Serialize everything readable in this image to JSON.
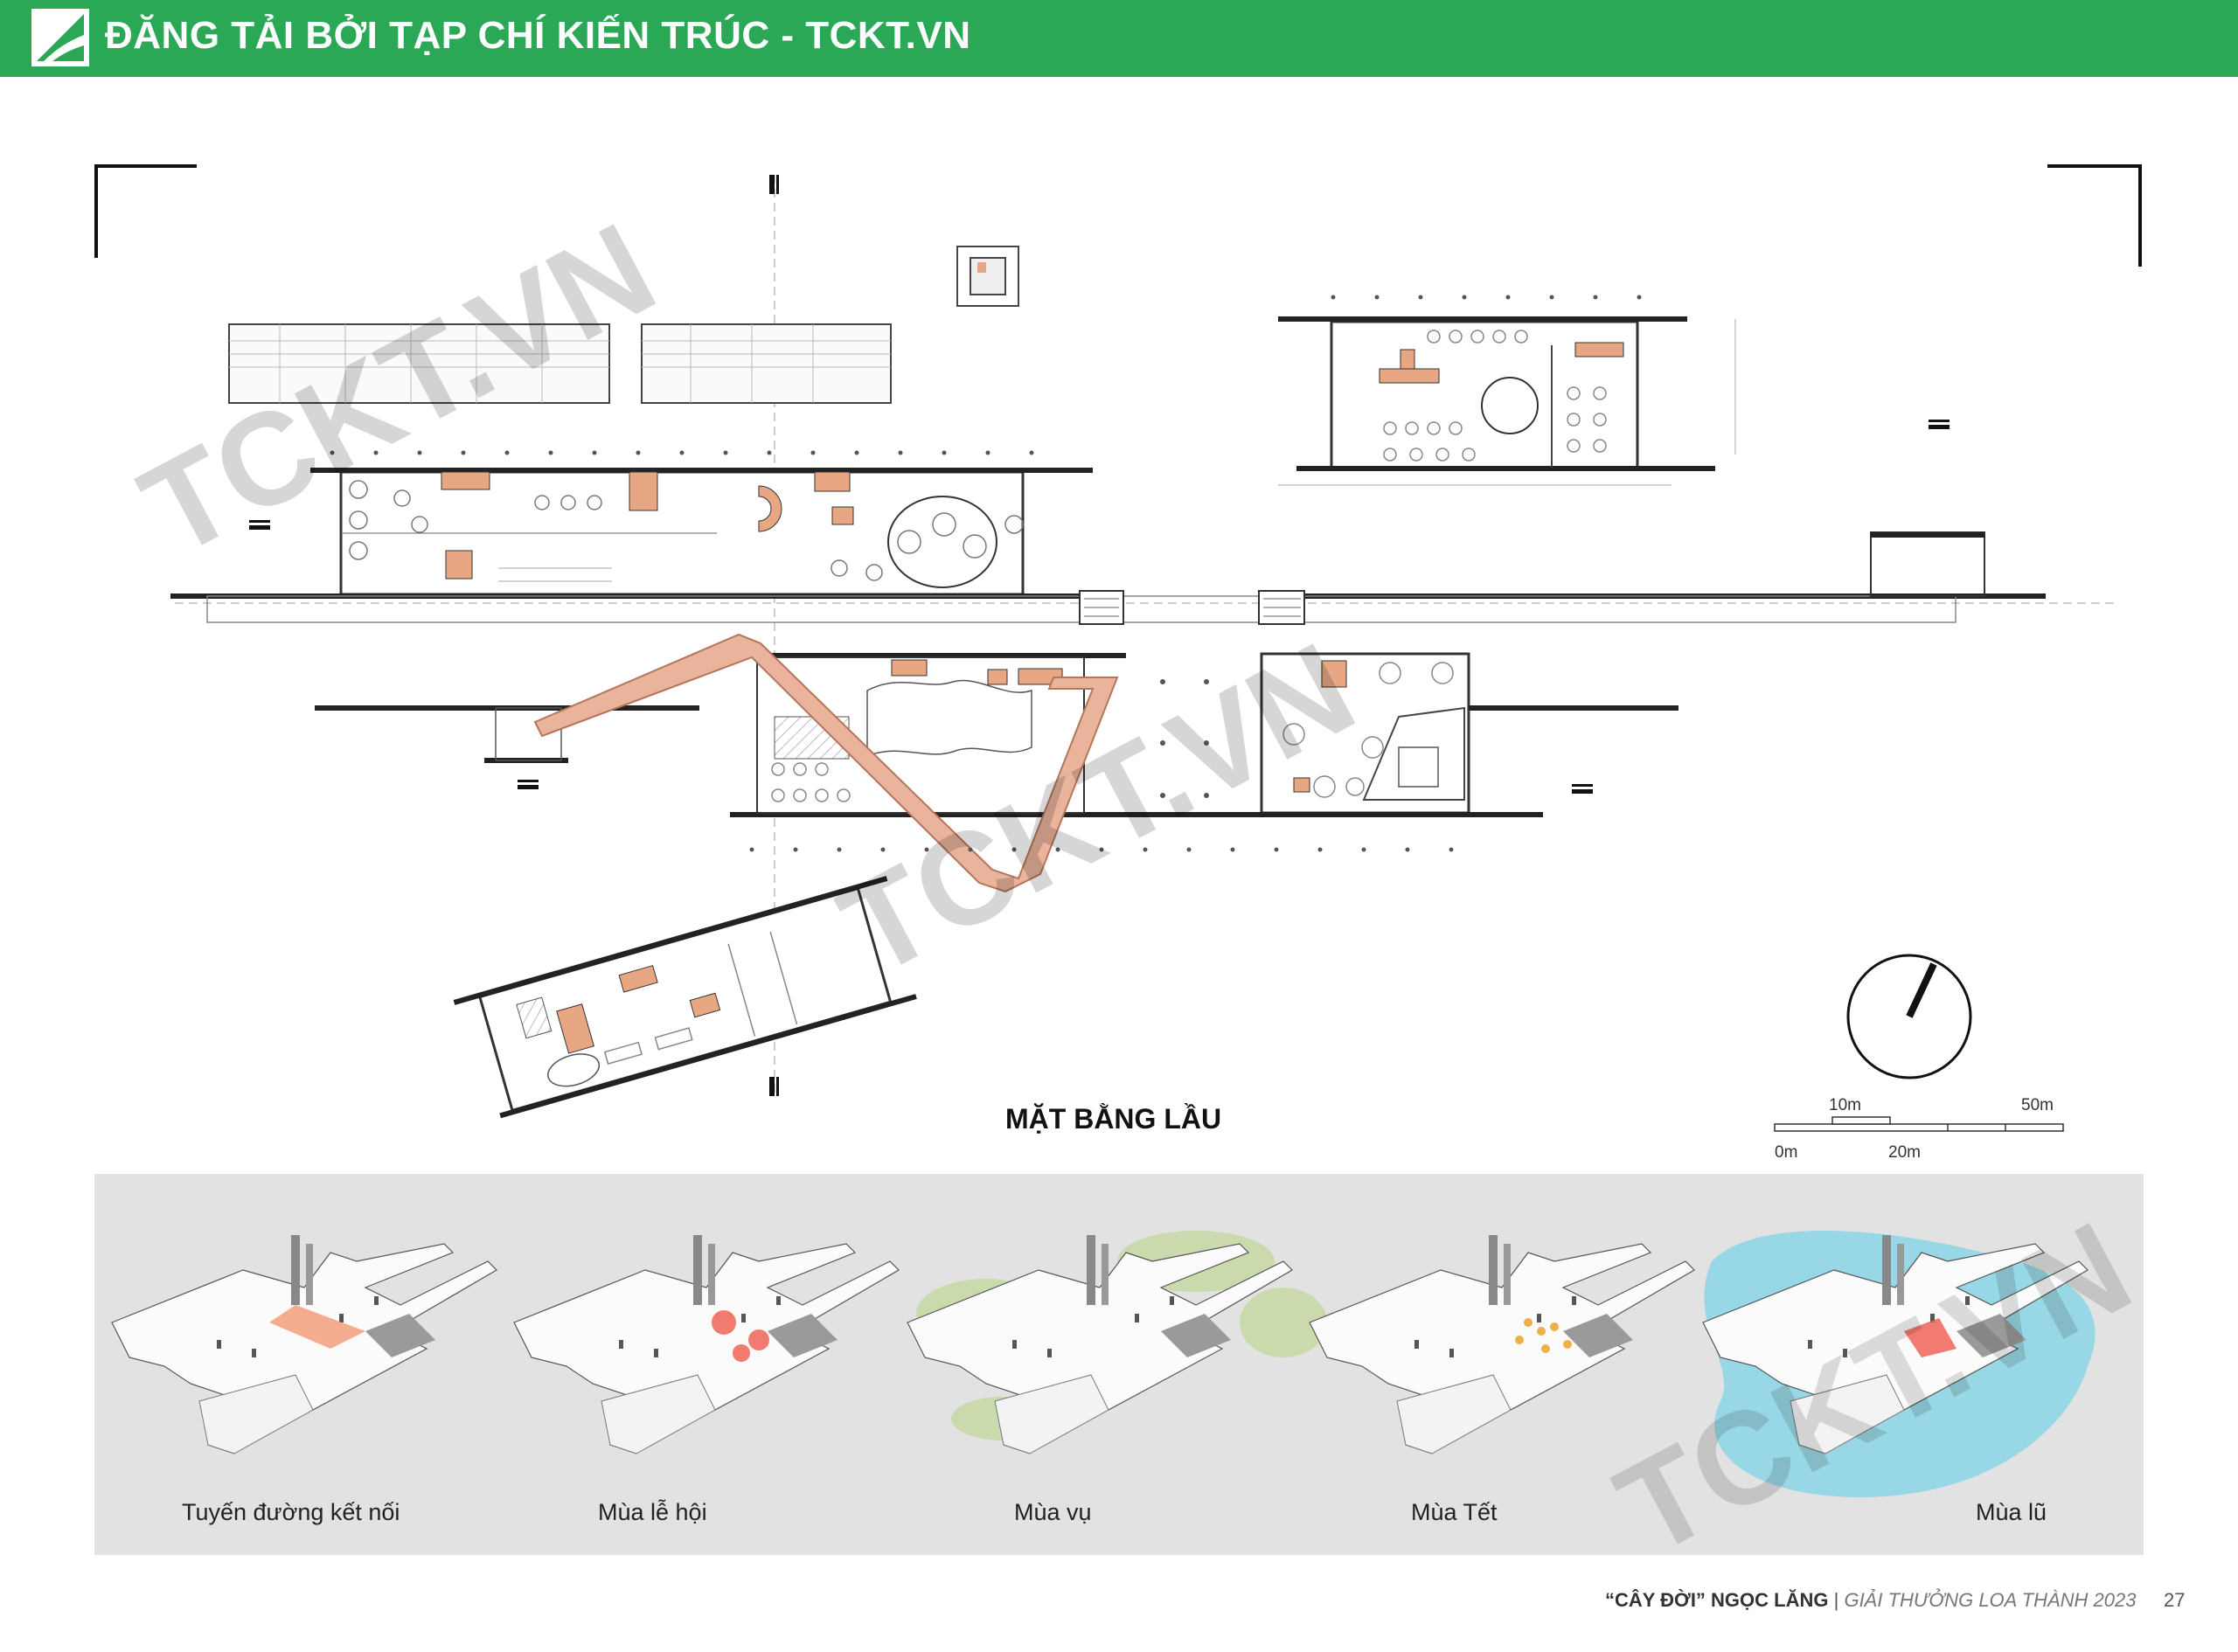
{
  "banner": {
    "title": "ĐĂNG TẢI BỞI TẠP CHÍ KIẾN TRÚC - TCKT.VN",
    "color": "#2aa856"
  },
  "watermark": "TCKT.VN",
  "plan": {
    "title": "MẶT BẰNG LẦU"
  },
  "scale_bar": {
    "labels_top": [
      "10m",
      "50m"
    ],
    "labels_bottom": [
      "0m",
      "20m"
    ]
  },
  "seasons": [
    {
      "caption": "Tuyến đường kết nối",
      "accent": "#f08a60"
    },
    {
      "caption": "Mùa lễ hội",
      "accent": "#ef5b4d"
    },
    {
      "caption": "Mùa vụ",
      "accent": "#c6d8a0"
    },
    {
      "caption": "Mùa Tết",
      "accent": "#f0b048"
    },
    {
      "caption": "Mùa lũ",
      "accent": "#7fd3e6"
    }
  ],
  "footer": {
    "project": "“CÂY ĐỜI” NGỌC LĂNG",
    "separator": "|",
    "award": "GIẢI THƯỞNG LOA THÀNH 2023",
    "page": "27"
  },
  "colors": {
    "room_accent": "#e8a783",
    "path_fill": "#e9b39c",
    "path_stroke": "#b5765a"
  }
}
